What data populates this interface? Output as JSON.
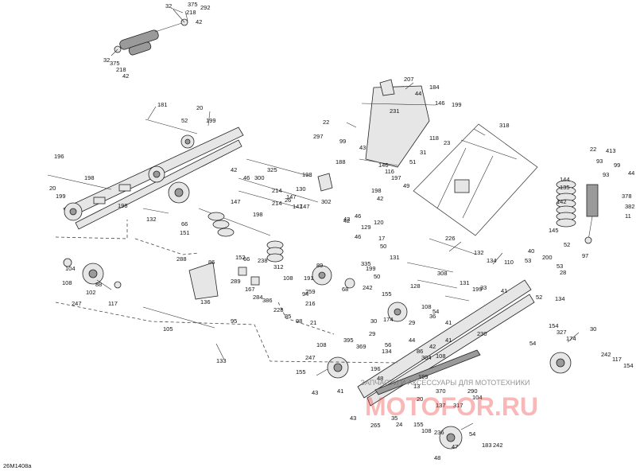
{
  "diagram": {
    "reference_code": "26M1408a",
    "watermark": {
      "logo_text": "MOTOFOR.RU",
      "tagline": "ЗАПЧАСТИ И АКСЕССУАРЫ ДЛЯ МОТОТЕХНИКИ"
    },
    "callouts": [
      "32",
      "218",
      "292",
      "375",
      "42",
      "32",
      "375",
      "218",
      "42",
      "181",
      "20",
      "199",
      "52",
      "196",
      "198",
      "20",
      "199",
      "198",
      "132",
      "42",
      "46",
      "325",
      "300",
      "214",
      "147",
      "26",
      "214",
      "147",
      "198",
      "66",
      "151",
      "147",
      "130",
      "147",
      "198",
      "302",
      "42",
      "198",
      "42",
      "46",
      "207",
      "184",
      "44",
      "146",
      "199",
      "231",
      "22",
      "297",
      "99",
      "43",
      "118",
      "23",
      "318",
      "51",
      "188",
      "146",
      "116",
      "197",
      "49",
      "31",
      "22",
      "413",
      "93",
      "99",
      "93",
      "44",
      "144",
      "135",
      "142",
      "145",
      "378",
      "382",
      "11",
      "52",
      "97",
      "104",
      "108",
      "247",
      "102",
      "88",
      "117",
      "288",
      "86",
      "136",
      "289",
      "167",
      "284",
      "386",
      "152",
      "66",
      "238",
      "312",
      "89",
      "191",
      "259",
      "108",
      "94",
      "216",
      "228",
      "85",
      "98",
      "21",
      "105",
      "95",
      "133",
      "42",
      "120",
      "17",
      "46",
      "129",
      "50",
      "335",
      "199",
      "50",
      "226",
      "131",
      "132",
      "134",
      "110",
      "40",
      "53",
      "200",
      "68",
      "242",
      "53",
      "28",
      "128",
      "308",
      "131",
      "155",
      "108",
      "54",
      "30",
      "174",
      "29",
      "36",
      "41",
      "199",
      "33",
      "52",
      "41",
      "134",
      "230",
      "395",
      "369",
      "134",
      "56",
      "29",
      "44",
      "86",
      "42",
      "54",
      "41",
      "304",
      "108",
      "154",
      "327",
      "174",
      "30",
      "242",
      "117",
      "154",
      "155",
      "108",
      "247",
      "41",
      "43",
      "196",
      "48",
      "199",
      "13",
      "370",
      "20",
      "137",
      "290",
      "104",
      "317",
      "265",
      "43",
      "35",
      "24",
      "155",
      "108",
      "236",
      "54",
      "47",
      "48",
      "183",
      "242"
    ]
  }
}
